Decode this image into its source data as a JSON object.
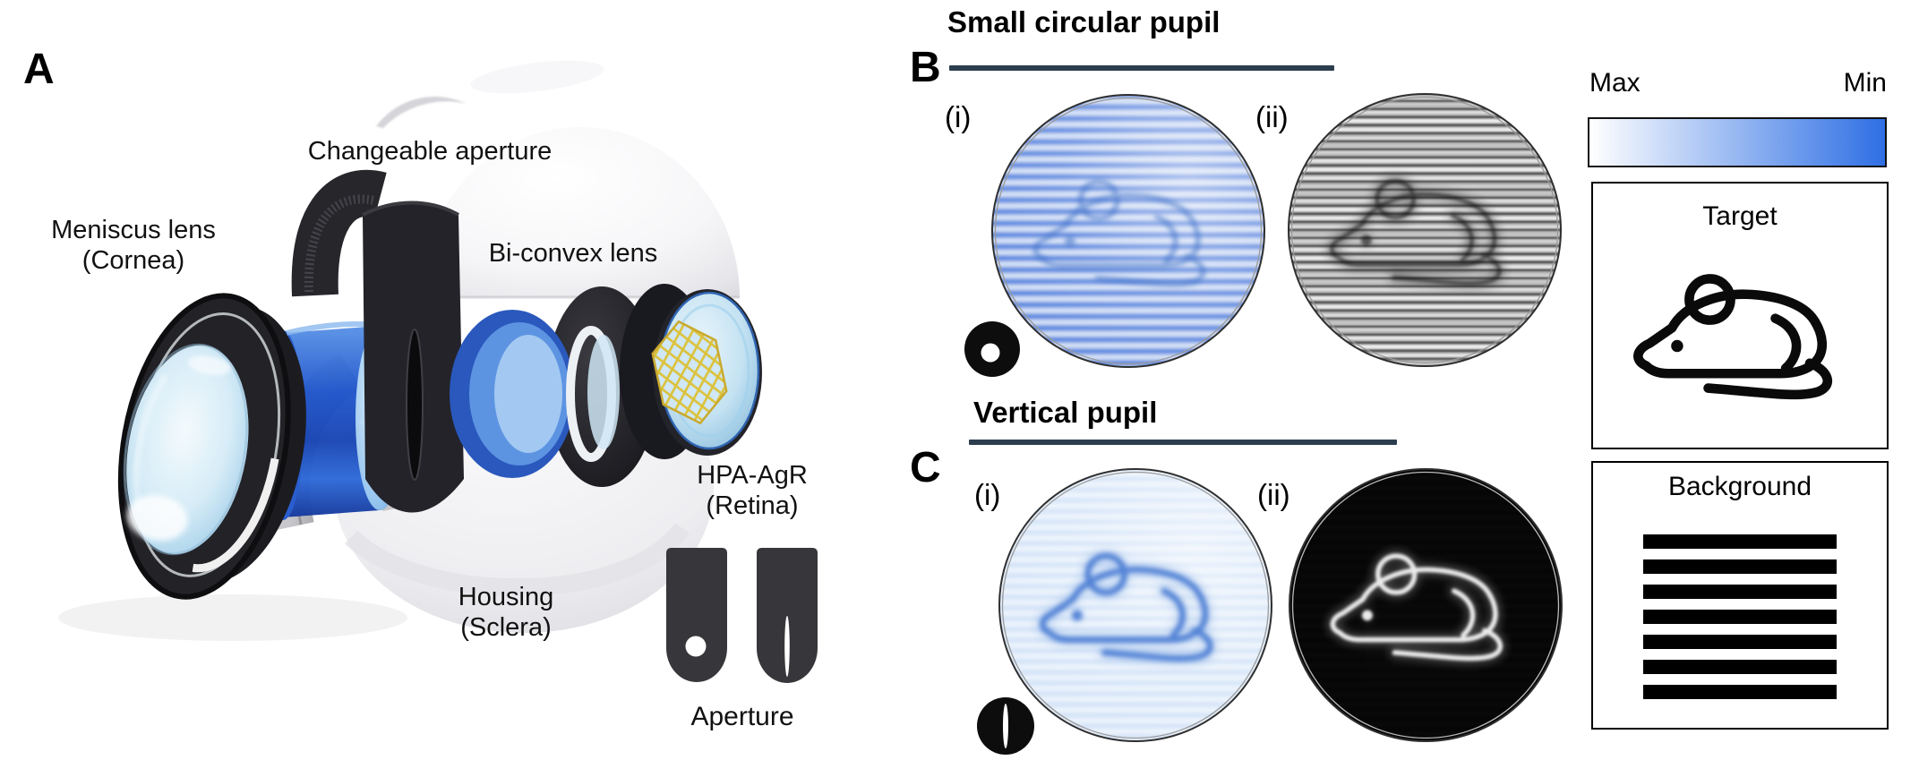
{
  "panel_a": {
    "label": "A",
    "changeable_aperture": "Changeable aperture",
    "meniscus_lens": "Meniscus lens",
    "meniscus_sub": "(Cornea)",
    "biconvex_lens": "Bi-convex lens",
    "hpa": "HPA-AgR",
    "hpa_sub": "(Retina)",
    "housing": "Housing",
    "housing_sub": "(Sclera)",
    "aperture_caption": "Aperture"
  },
  "panel_b": {
    "label": "B",
    "title": "Small circular pupil",
    "roman_i": "(i)",
    "roman_ii": "(ii)"
  },
  "panel_c": {
    "label": "C",
    "title": "Vertical pupil",
    "roman_i": "(i)",
    "roman_ii": "(ii)"
  },
  "colorbar": {
    "max": "Max",
    "min": "Min",
    "start_color": "#ffffff",
    "end_color": "#2e6fe4"
  },
  "target_box": {
    "title": "Target"
  },
  "background_box": {
    "title": "Background",
    "stripe_count": 7,
    "stripe_color": "#000000"
  },
  "icons": {
    "small_circular_pupil": "circular-pupil-icon",
    "vertical_pupil": "vertical-slit-pupil-icon",
    "target": "mouse-icon",
    "apertures": [
      "circular-aperture-plate-icon",
      "slit-aperture-plate-icon"
    ]
  },
  "palette": {
    "header_rule": "#2c3d4e",
    "pupil_icon": "#0d0d0d",
    "mouse_icon": "#0a0a0a",
    "image_blue": "#4c80de"
  }
}
